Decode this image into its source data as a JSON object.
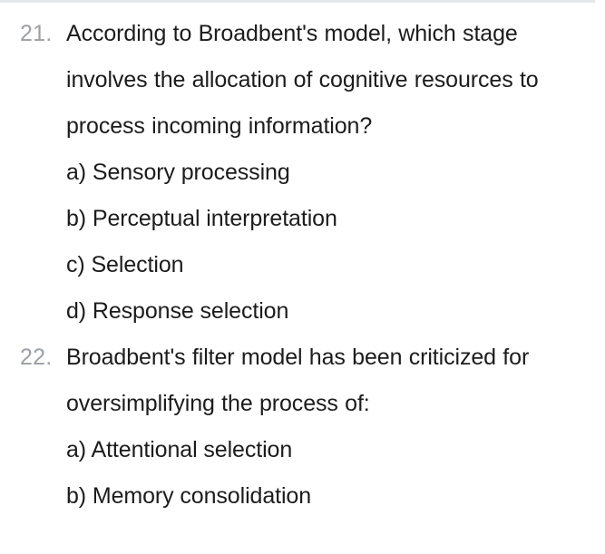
{
  "page": {
    "background_color": "#ffffff",
    "text_color": "#1c1c1c",
    "number_color": "#9ba0a6",
    "divider_color": "#e6e7e8"
  },
  "questions": [
    {
      "number": "21.",
      "text": "According to Broadbent's model, which stage involves the allocation of cognitive resources to process incoming information?",
      "options": [
        {
          "label": "a)",
          "text": "Sensory processing"
        },
        {
          "label": "b)",
          "text": "Perceptual interpretation"
        },
        {
          "label": "c)",
          "text": "Selection"
        },
        {
          "label": "d)",
          "text": "Response selection"
        }
      ]
    },
    {
      "number": "22.",
      "text": "Broadbent's filter model has been criticized for oversimplifying the process of:",
      "options": [
        {
          "label": "a)",
          "text": "Attentional selection"
        },
        {
          "label": "b)",
          "text": "Memory consolidation"
        }
      ]
    }
  ]
}
